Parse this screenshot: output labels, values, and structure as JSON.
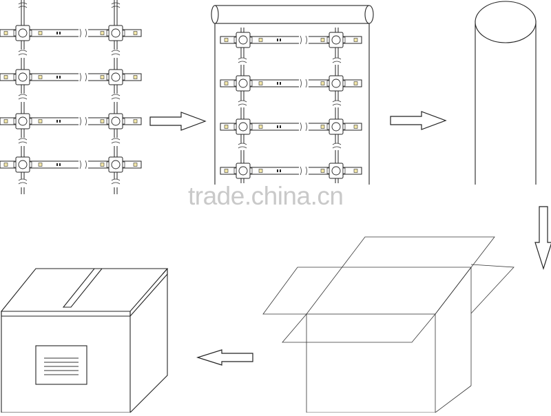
{
  "watermark": {
    "text": "trade.china.cn"
  },
  "colors": {
    "line": "#222222",
    "led": "#f2e6a8",
    "watermark": "#c9c9c9"
  },
  "steps": [
    {
      "id": "led-strip-grid"
    },
    {
      "id": "grid-on-roll"
    },
    {
      "id": "rolled-tube"
    },
    {
      "id": "open-carton"
    },
    {
      "id": "sealed-carton"
    }
  ],
  "arrows": [
    {
      "from": "led-strip-grid",
      "to": "grid-on-roll",
      "direction": "right"
    },
    {
      "from": "grid-on-roll",
      "to": "rolled-tube",
      "direction": "right"
    },
    {
      "from": "rolled-tube",
      "to": "open-carton",
      "direction": "down"
    },
    {
      "from": "open-carton",
      "to": "sealed-carton",
      "direction": "left"
    }
  ]
}
